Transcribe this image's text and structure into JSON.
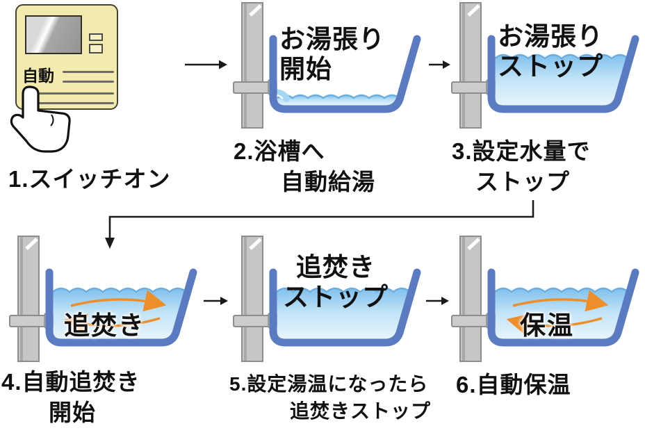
{
  "remote": {
    "auto_button": "自動"
  },
  "steps": [
    {
      "label": "1.スイッチオン"
    },
    {
      "caption": "お湯張り\n開始",
      "label": "2.浴槽へ\n　　自動給湯"
    },
    {
      "caption": "お湯張り\nストップ",
      "label": "3.設定水量で\n　ストップ"
    },
    {
      "water_label": "追焚き",
      "label": "4.自動追焚き\n　　開始"
    },
    {
      "caption": "追焚き\nストップ",
      "label": "5.設定湯温になったら\n　　　追焚きストップ"
    },
    {
      "water_label": "保温",
      "label": "6.自動保温"
    }
  ],
  "colors": {
    "tub_outline": "#5a7bc2",
    "water_top": "#7fc0ec",
    "water_bottom": "#e8f5fd",
    "circulation_arrow": "#ee8e2a",
    "remote_body": "#f3ebad",
    "wall_gray": "#c6c6c6",
    "text": "#111111"
  }
}
